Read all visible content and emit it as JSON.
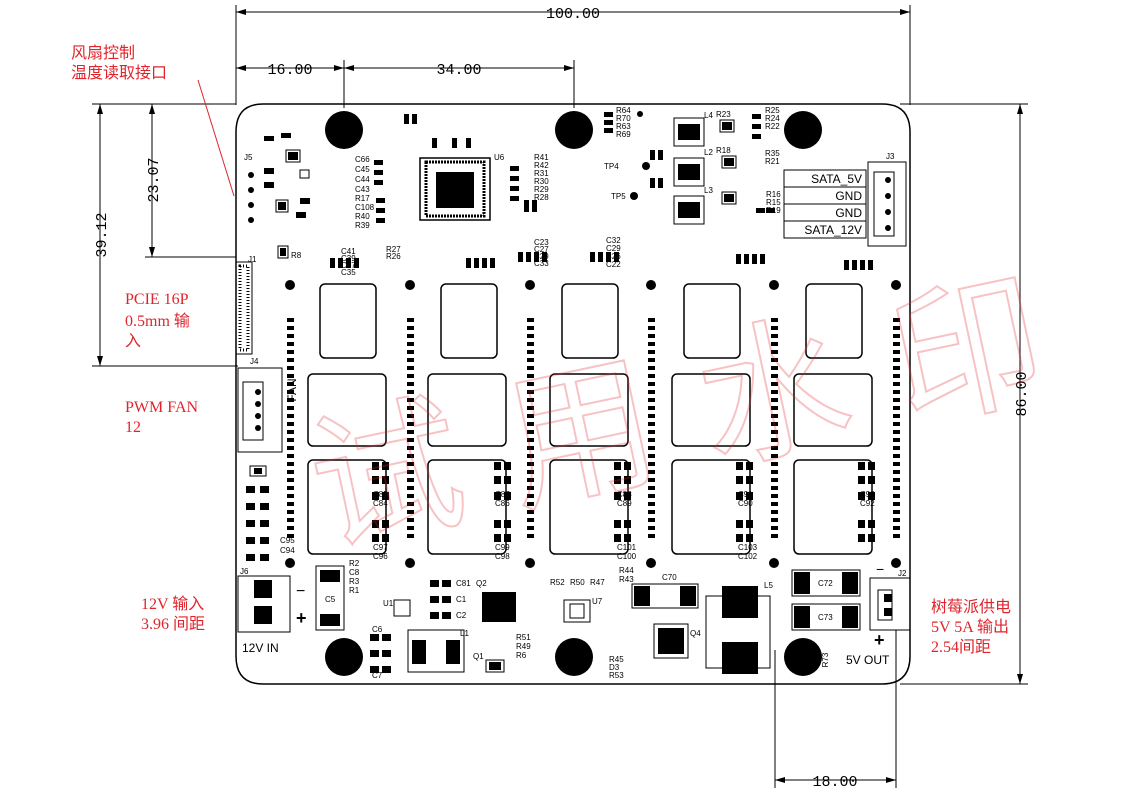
{
  "dimensions": {
    "board_width": "100.00",
    "fan_connector_offset": "16.00",
    "hole_spacing": "34.00",
    "board_height": "86.00",
    "pcie_offset": "39.12",
    "fan_header_offset": "23.07",
    "output_connector_offset": "18.00"
  },
  "annotations": {
    "fan_control": [
      "风扇控制",
      "温度读取接口"
    ],
    "pcie": [
      "PCIE 16P",
      "0.5mm 输",
      "入"
    ],
    "pwm_fan": [
      "PWM FAN",
      "12"
    ],
    "input_12v": [
      "12V 输入",
      "3.96 间距"
    ],
    "output_pi": [
      "树莓派供电",
      "5V 5A 输出",
      "2.54间距"
    ]
  },
  "silkscreen": {
    "sata_labels": [
      "SATA_5V",
      "GND",
      "GND",
      "SATA_12V"
    ],
    "input_label": "12V IN",
    "output_label": "5V OUT",
    "fan_label": "FAN",
    "connectors": {
      "j1": "J1",
      "j2": "J2",
      "j3": "J3",
      "j4": "J4",
      "j5": "J5",
      "j6": "J6"
    },
    "chip_u6": "U6",
    "test_points": [
      "TP4",
      "TP5"
    ],
    "inductors": [
      "L1",
      "L2",
      "L3",
      "L4",
      "L5"
    ],
    "misc": {
      "r8": "R8",
      "c70": "C70",
      "c72": "C72",
      "c73": "C73",
      "c5": "C5",
      "q4": "Q4",
      "u7": "U7",
      "u1": "U1",
      "q2": "Q2",
      "q1": "Q1",
      "r73": "R73"
    },
    "ref_groups": {
      "g_c66": [
        "C66",
        "C45",
        "C44",
        "C43"
      ],
      "g_r17": [
        "R17",
        "C108",
        "R40",
        "R39"
      ],
      "g_r41": [
        "R41",
        "R42",
        "R31",
        "R30",
        "R29",
        "R28"
      ],
      "g_c41": [
        "C41",
        "C39",
        "C37",
        "C35"
      ],
      "g_r27": [
        "R27",
        "R26"
      ],
      "g_c23": [
        "C23",
        "C27",
        "C29",
        "C33"
      ],
      "g_c32": [
        "C32",
        "C29",
        "C26",
        "C22"
      ],
      "g_r64": [
        "R64",
        "R70",
        "R63",
        "R69"
      ],
      "g_r23": [
        "R23",
        "R18"
      ],
      "g_r25": [
        "R25",
        "R24",
        "R22"
      ],
      "g_r35": [
        "R35",
        "R21"
      ],
      "g_r16": [
        "R16",
        "R15",
        "R19"
      ],
      "g_c85": [
        "C85",
        "C84"
      ],
      "g_c87": [
        "C87",
        "C86"
      ],
      "g_c88": [
        "C88",
        "C89"
      ],
      "g_c91": [
        "C91",
        "C90"
      ],
      "g_c93": [
        "C93",
        "C92"
      ],
      "g_c97": [
        "C97",
        "C96"
      ],
      "g_c99": [
        "C99",
        "C98"
      ],
      "g_c101": [
        "C101",
        "C100"
      ],
      "g_c103": [
        "C103",
        "C102"
      ],
      "g_c95": [
        "C95",
        "C94"
      ],
      "g_r2": [
        "R2",
        "C8",
        "R3",
        "R1"
      ],
      "g_c81": [
        "C81",
        "C1",
        "C2"
      ],
      "g_r52": [
        "R52",
        "R50",
        "R47"
      ],
      "g_r44": [
        "R44",
        "R43"
      ],
      "g_r51": [
        "R51",
        "R49",
        "R6"
      ],
      "g_r45": [
        "R45",
        "D3",
        "R53"
      ],
      "g_c6": [
        "C6",
        "C7"
      ]
    }
  }
}
